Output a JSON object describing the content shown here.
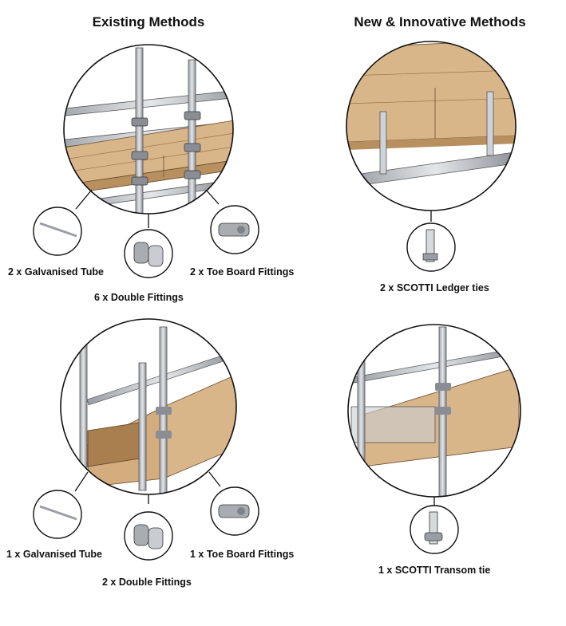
{
  "headings": {
    "existing": "Existing Methods",
    "new": "New & Innovative Methods"
  },
  "existing_top": {
    "tube_label": "2 x Galvanised Tube",
    "toe_label": "2 x Toe Board Fittings",
    "double_label": "6 x Double Fittings"
  },
  "existing_bottom": {
    "tube_label": "1 x Galvanised Tube",
    "toe_label": "1 x Toe Board Fittings",
    "double_label": "2 x Double Fittings"
  },
  "new_top": {
    "tie_label": "2 x SCOTTI Ledger ties"
  },
  "new_bottom": {
    "tie_label": "1 x SCOTTI Transom tie"
  },
  "colors": {
    "wood": "#d9b58a",
    "wood_dark": "#b8905f",
    "steel": "#c9ccd0",
    "steel_dark": "#7f8389",
    "outline": "#222222"
  }
}
